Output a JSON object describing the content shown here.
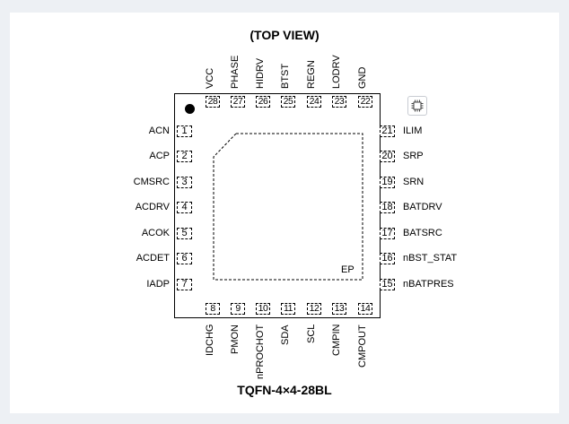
{
  "title": "(TOP VIEW)",
  "caption": "TQFN-4×4-28BL",
  "pad_label": "EP",
  "icon": "package-outline-icon",
  "pins_left": [
    {
      "num": "1",
      "name": "ACN"
    },
    {
      "num": "2",
      "name": "ACP"
    },
    {
      "num": "3",
      "name": "CMSRC"
    },
    {
      "num": "4",
      "name": "ACDRV"
    },
    {
      "num": "5",
      "name": "ACOK"
    },
    {
      "num": "6",
      "name": "ACDET"
    },
    {
      "num": "7",
      "name": "IADP"
    }
  ],
  "pins_bottom": [
    {
      "num": "8",
      "name": "IDCHG"
    },
    {
      "num": "9",
      "name": "PMON"
    },
    {
      "num": "10",
      "name": "nPROCHOT"
    },
    {
      "num": "11",
      "name": "SDA"
    },
    {
      "num": "12",
      "name": "SCL"
    },
    {
      "num": "13",
      "name": "CMPIN"
    },
    {
      "num": "14",
      "name": "CMPOUT"
    }
  ],
  "pins_right": [
    {
      "num": "15",
      "name": "nBATPRES"
    },
    {
      "num": "16",
      "name": "nBST_STAT"
    },
    {
      "num": "17",
      "name": "BATSRC"
    },
    {
      "num": "18",
      "name": "BATDRV"
    },
    {
      "num": "19",
      "name": "SRN"
    },
    {
      "num": "20",
      "name": "SRP"
    },
    {
      "num": "21",
      "name": "ILIM"
    }
  ],
  "pins_top": [
    {
      "num": "22",
      "name": "GND"
    },
    {
      "num": "23",
      "name": "LODRV"
    },
    {
      "num": "24",
      "name": "REGN"
    },
    {
      "num": "25",
      "name": "BTST"
    },
    {
      "num": "26",
      "name": "HIDRV"
    },
    {
      "num": "27",
      "name": "PHASE"
    },
    {
      "num": "28",
      "name": "VCC"
    }
  ]
}
